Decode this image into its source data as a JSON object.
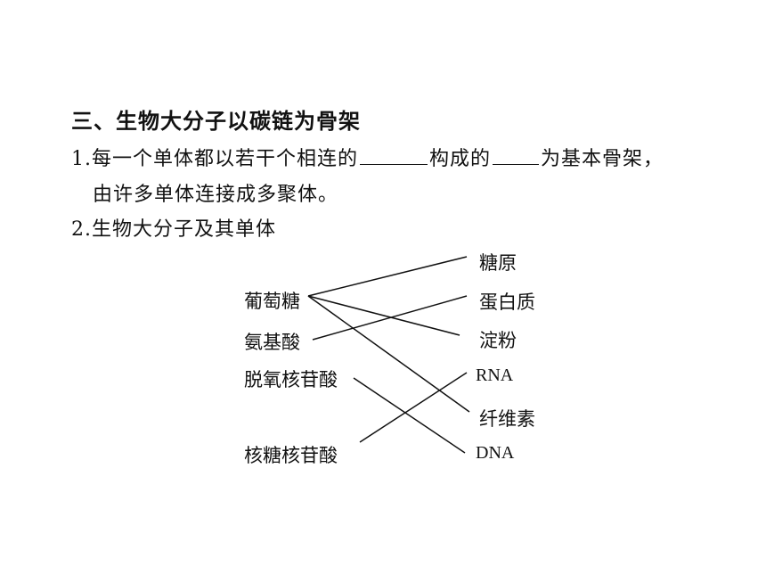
{
  "heading": "三、生物大分子以碳链为骨架",
  "item1": {
    "part1": "1.每一个单体都以若干个相连的",
    "part2": "构成的",
    "part3": "为基本骨架，",
    "part4": "由许多单体连接成多聚体。"
  },
  "item2": {
    "text": "2.生物大分子及其单体"
  },
  "matching": {
    "left": [
      "葡萄糖",
      "氨基酸",
      "脱氧核苷酸",
      "核糖核苷酸"
    ],
    "right": [
      "糖原",
      "蛋白质",
      "淀粉",
      "RNA",
      "纤维素",
      "DNA"
    ],
    "links": [
      [
        0,
        0
      ],
      [
        0,
        2
      ],
      [
        0,
        4
      ],
      [
        1,
        1
      ],
      [
        2,
        5
      ],
      [
        3,
        3
      ]
    ]
  }
}
